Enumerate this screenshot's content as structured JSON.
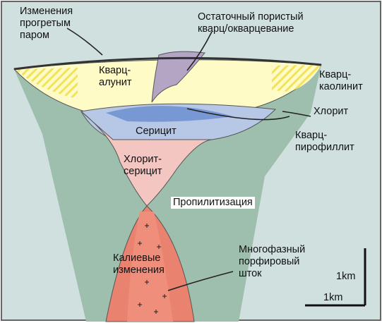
{
  "labels": {
    "steam_heated": "Изменения\nпрогретым\nпаром",
    "residual_quartz": "Остаточный пористый\nкварц/окварцевание",
    "quartz_alunite": "Кварц-\nалунит",
    "quartz_kaolinite": "Кварц-\nкаолинит",
    "chlorite": "Хлорит",
    "sericite": "Серицит",
    "quartz_pyrophyllite": "Кварц-\nпирофиллит",
    "chlorite_sericite": "Хлорит-\nсерицит",
    "propylitization": "Пропилитизация",
    "potassic": "Калиевые\nизменения",
    "porphyry_stock": "Многофазный\nпорфировый\nшток",
    "scale_vertical": "1km",
    "scale_horizontal": "1km"
  },
  "colors": {
    "frame_fill": "#cfe0df",
    "propylitic_fill": "#9fbfae",
    "alunite_fill": "#fffbc7",
    "hatch_yellow": "#f2e35a",
    "vuggy_quartz_fill": "#b4a5c4",
    "sericite_fill": "#b7c7e6",
    "sericite_core_fill": "#6d8fcf",
    "chlorite_sericite_fill": "#f3c6c2",
    "potassic_fill": "#e9826f",
    "outline": "#333333"
  }
}
